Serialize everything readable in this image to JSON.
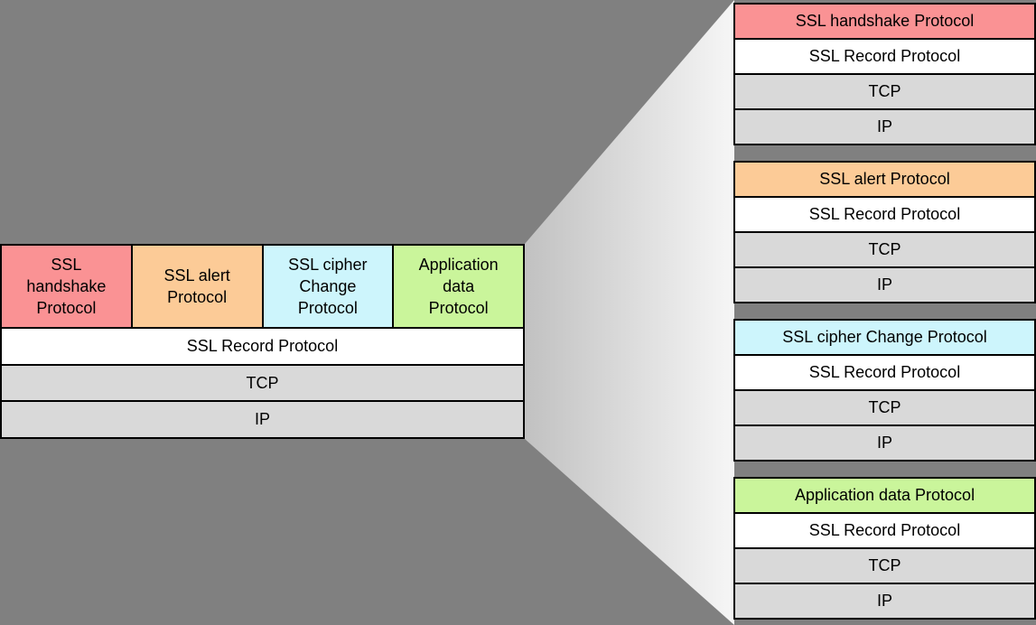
{
  "diagram": {
    "left_stack": {
      "protocols": [
        {
          "id": "ssl-handshake",
          "lines": [
            "SSL",
            "handshake",
            "Protocol"
          ]
        },
        {
          "id": "ssl-alert",
          "lines": [
            "SSL alert",
            "Protocol"
          ]
        },
        {
          "id": "ssl-cipher-change",
          "lines": [
            "SSL cipher",
            "Change",
            "Protocol"
          ]
        },
        {
          "id": "application-data",
          "lines": [
            "Application",
            "data",
            "Protocol"
          ]
        }
      ],
      "record_label": "SSL Record Protocol",
      "tcp_label": "TCP",
      "ip_label": "IP"
    },
    "right_stacks": [
      {
        "id": "ssl-handshake",
        "top_label": "SSL handshake Protocol",
        "rows": [
          "SSL Record Protocol",
          "TCP",
          "IP"
        ]
      },
      {
        "id": "ssl-alert",
        "top_label": "SSL alert Protocol",
        "rows": [
          "SSL Record Protocol",
          "TCP",
          "IP"
        ]
      },
      {
        "id": "ssl-cipher-change",
        "top_label": "SSL cipher Change Protocol",
        "rows": [
          "SSL Record Protocol",
          "TCP",
          "IP"
        ]
      },
      {
        "id": "application-data",
        "top_label": "Application data Protocol",
        "rows": [
          "SSL Record Protocol",
          "TCP",
          "IP"
        ]
      }
    ],
    "colors": {
      "background": "#808080",
      "ssl_handshake": "#FA9294",
      "ssl_alert": "#FCCB97",
      "ssl_cipher_change": "#CDF5FC",
      "application_data": "#CAF59B",
      "ssl_record": "#FFFFFF",
      "tcp_ip": "#D9D9D9",
      "border": "#000000",
      "funnel_dark": "#C1C1C1",
      "funnel_light": "#F6F6F6"
    }
  }
}
